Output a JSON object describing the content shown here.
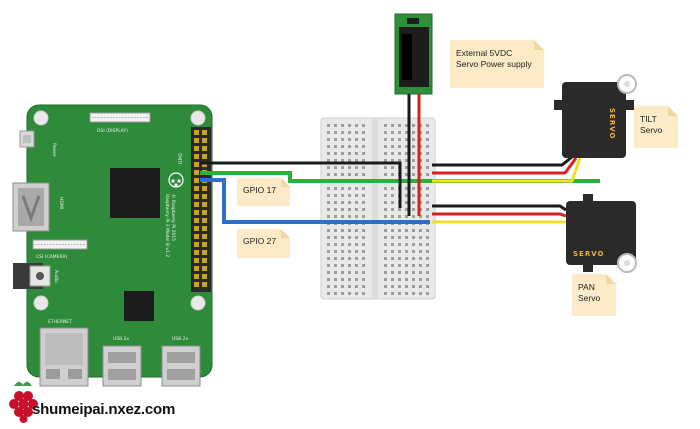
{
  "notes": {
    "power_supply": [
      "External 5VDC",
      "Servo Power supply"
    ],
    "gpio17": "GPIO 17",
    "gpio27": "GPIO 27",
    "tilt": [
      "TILT",
      "Servo"
    ],
    "pan": [
      "PAN",
      "Servo"
    ]
  },
  "pi_labels": {
    "power": "Power",
    "dsi": "DSI (DISPLAY)",
    "hdmi": "HDMI",
    "csi": "CSI (CAMERA)",
    "audio": "Audio",
    "ethernet": "ETHERNET",
    "usb1": "USB 2x",
    "usb2": "USB 2x",
    "gpio": "GPIO",
    "model_1": "Raspberry Pi 3 Model B v1.2",
    "model_2": "© Raspberry Pi 2015"
  },
  "servo_brand": "SERVO",
  "watermark": "shumeipai.nxez.com",
  "colors": {
    "board_green": "#2e8b3a",
    "note_fill": "#fdebc8",
    "wire_black": "#1a1a1a",
    "wire_red": "#d42020",
    "wire_green": "#2fae3a",
    "wire_blue": "#2c6fd0",
    "wire_yellow": "#f0e020"
  }
}
